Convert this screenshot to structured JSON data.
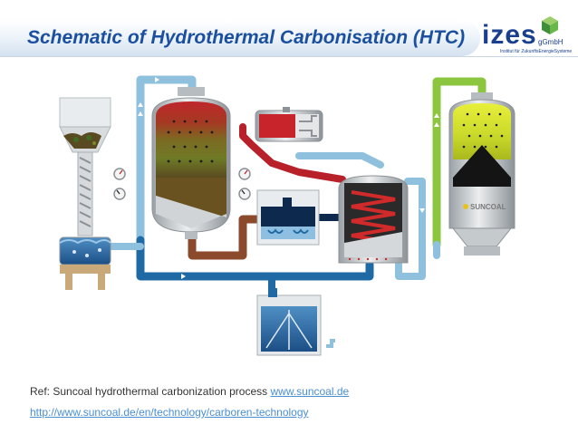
{
  "header": {
    "title": "Schematic of Hydrothermal Carbonisation (HTC)",
    "logo_main": "izes",
    "logo_suffix": "gGmbH",
    "logo_tagline": "Institut für ZukunftsEnergieSysteme"
  },
  "diagram": {
    "brand_label": "SUNCOAL"
  },
  "footer": {
    "ref_text": "Ref: Suncoal hydrothermal carbonization process ",
    "ref_link": "www.suncoal.de",
    "url": "http://www.suncoal.de/en/technology/carboren-technology"
  },
  "colors": {
    "title": "#1b4fa0",
    "link": "#4a8fd4",
    "pipe_blue": "#1f6aa5",
    "pipe_light": "#8fc1de",
    "pipe_brown": "#8b4a2b",
    "pipe_red": "#b8202a",
    "pipe_green": "#8cc63f",
    "vessel_grey": "#cfd3d6"
  }
}
